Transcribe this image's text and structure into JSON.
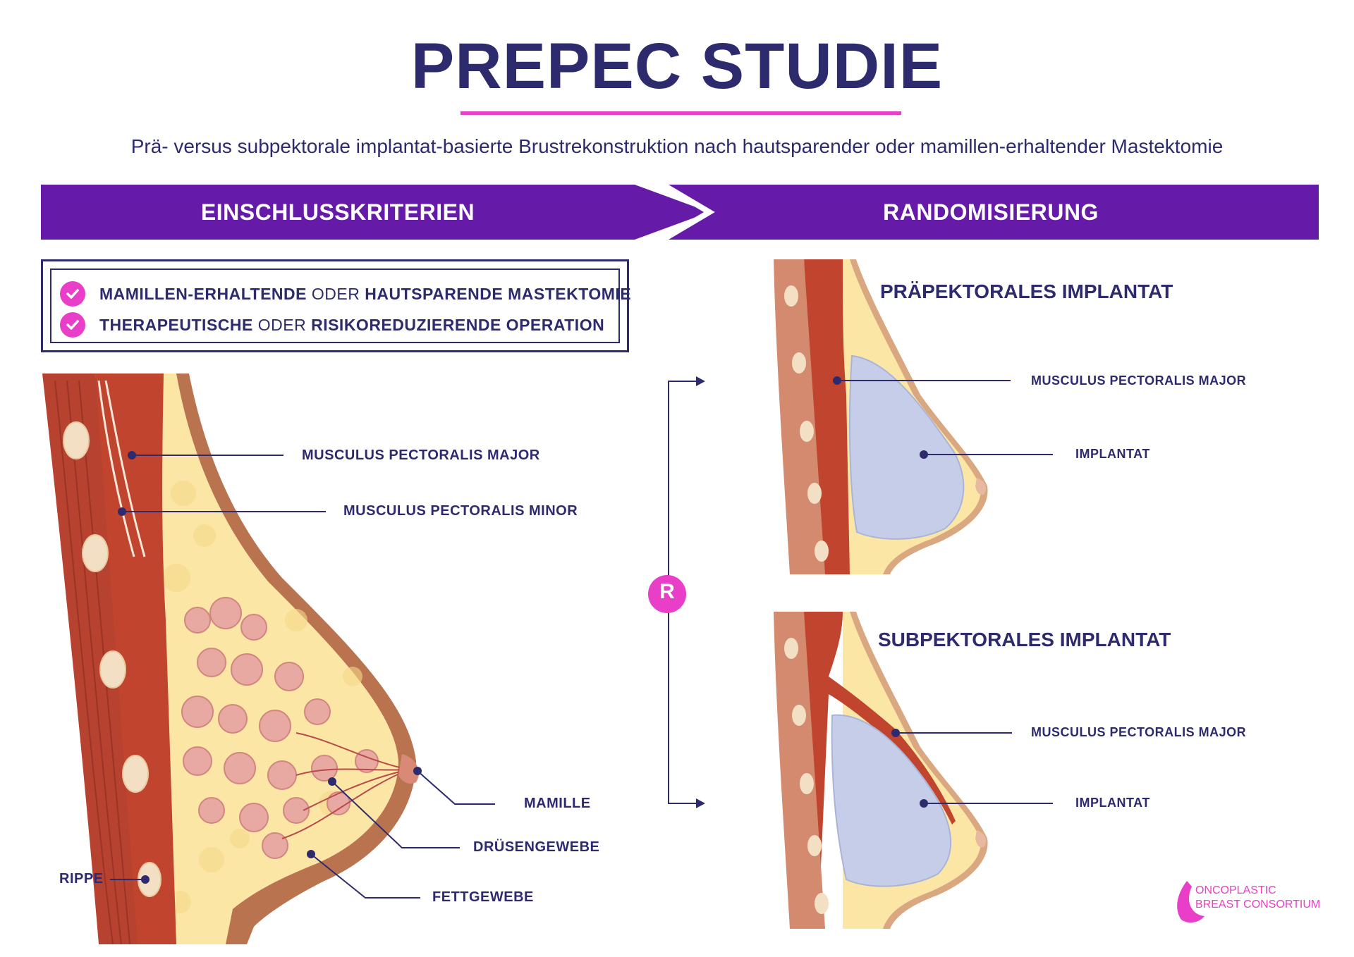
{
  "header": {
    "title": "PREPEC STUDIE",
    "subtitle": "Prä- versus subpektorale implantat-basierte Brustrekonstruktion nach hautsparender oder mamillen-erhaltender Mastektomie"
  },
  "banner": {
    "left_label": "EINSCHLUSSKRITERIEN",
    "right_label": "RANDOMISIERUNG",
    "color": "#661aa8"
  },
  "criteria": [
    {
      "part1": "MAMILLEN-ERHALTENDE",
      "connector": "ODER",
      "part2": "HAUTSPARENDE MASTEKTOMIE"
    },
    {
      "part1": "THERAPEUTISCHE",
      "connector": "ODER",
      "part2": "RISIKOREDUZIERENDE OPERATION"
    }
  ],
  "anatomy_labels": {
    "pectoralis_major": "MUSCULUS PECTORALIS MAJOR",
    "pectoralis_minor": "MUSCULUS PECTORALIS MINOR",
    "mamille": "MAMILLE",
    "druesengewebe": "DRÜSENGEWEBE",
    "fettgewebe": "FETTGEWEBE",
    "rippe": "RIPPE"
  },
  "randomization": {
    "badge": "R",
    "prepectoral": {
      "title": "PRÄPEKTORALES IMPLANTAT",
      "label_muscle": "MUSCULUS PECTORALIS MAJOR",
      "label_implant": "IMPLANTAT"
    },
    "subpectoral": {
      "title": "SUBPEKTORALES IMPLANTAT",
      "label_muscle": "MUSCULUS PECTORALIS MAJOR",
      "label_implant": "IMPLANTAT"
    }
  },
  "logo": {
    "line1": "ONCOPLASTIC",
    "line2": "BREAST CONSORTIUM"
  },
  "colors": {
    "navy": "#2e2a6e",
    "accent_pink": "#e83ec8",
    "muscle": "#c0442e",
    "fat": "#fbe6a6",
    "skin": "#b9734f",
    "implant": "#c5cde8",
    "gland": "#e7a9a2"
  }
}
